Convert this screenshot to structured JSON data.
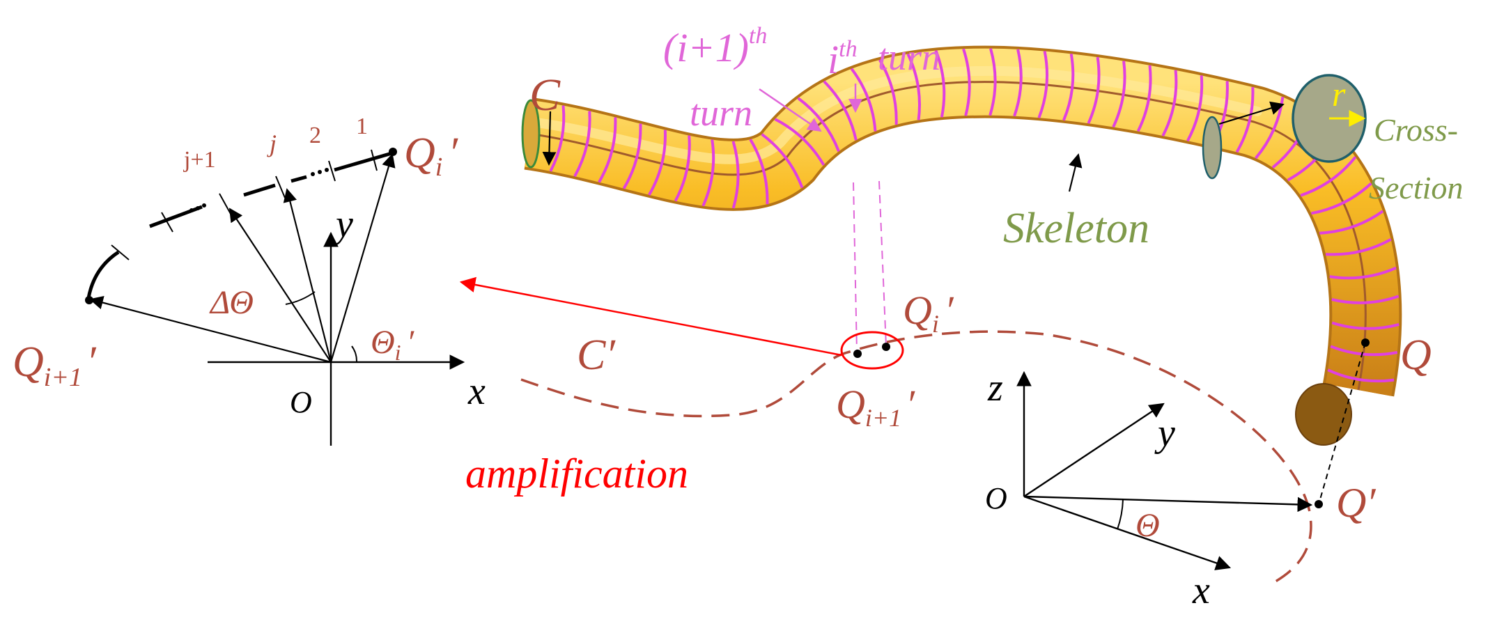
{
  "colors": {
    "label_brown": "#b04a3a",
    "pink": "#e066d8",
    "red": "#ff0000",
    "olive": "#7f9a4a",
    "tube_light": "#ffd24a",
    "tube_mid": "#f6b21a",
    "tube_dark": "#c4821a",
    "helix": "#e040e0",
    "skeleton": "#a05a2c",
    "cross_fill": "#a6a889",
    "cross_stroke": "#1f5f6a",
    "black": "#000000",
    "yellow": "#ffee00"
  },
  "left_inset": {
    "Qi_prime": "Q",
    "Qi_sub": "i",
    "Qi_mark": "′",
    "Qi1_prime": "Q",
    "Qi1_sub": "i+1",
    "Qi1_mark": "′",
    "delta_theta": "ΔΘ",
    "theta_i": "Θ",
    "theta_i_sub": "i",
    "theta_i_mark": "′",
    "x": "x",
    "y": "y",
    "origin": "O",
    "ticks": [
      "j+1",
      "j",
      "2",
      "1"
    ]
  },
  "tube_labels": {
    "C": "C",
    "turn_next_num": "(i+1)",
    "turn_next_sup": "th",
    "turn_word": "turn",
    "turn_i": "i",
    "turn_i_sup": "th",
    "turn_i_word": "turn",
    "skeleton": "Skeleton",
    "r": "r",
    "cross_1": "Cross-",
    "cross_2": "Section",
    "Q": "Q"
  },
  "bottom_labels": {
    "C_prime": "C′",
    "Qi_prime": "Q",
    "Qi_sub": "i",
    "Qi_mark": "′",
    "Qi1_prime": "Q",
    "Qi1_sub": "i+1",
    "Qi1_mark": "′",
    "amplification": "amplification",
    "Q_prime": "Q′",
    "theta": "Θ",
    "x": "x",
    "y": "y",
    "z": "z",
    "origin": "O"
  }
}
